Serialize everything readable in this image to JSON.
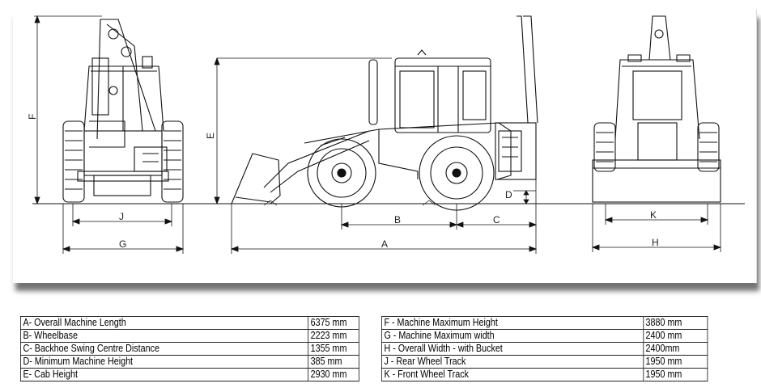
{
  "dimension_letters": {
    "a": "A",
    "b": "B",
    "c": "C",
    "d": "D",
    "e": "E",
    "f": "F",
    "g": "G",
    "h": "H",
    "j": "J",
    "k": "K"
  },
  "spec_table_left": [
    {
      "label": "A- Overall Machine Length",
      "value": "6375 mm"
    },
    {
      "label": "B- Wheelbase",
      "value": "2223 mm"
    },
    {
      "label": "C- Backhoe Swing Centre Distance",
      "value": "1355 mm"
    },
    {
      "label": "D- Minimum Machine Height",
      "value": "385 mm"
    },
    {
      "label": "E- Cab Height",
      "value": "2930 mm"
    }
  ],
  "spec_table_right": [
    {
      "label": "F - Machine Maximum Height",
      "value": "3880 mm"
    },
    {
      "label": "G - Machine Maximum width",
      "value": "2400 mm"
    },
    {
      "label": "H - Overall Width - with Bucket",
      "value": "2400mm"
    },
    {
      "label": "J - Rear Wheel Track",
      "value": "1950 mm"
    },
    {
      "label": "K - Front Wheel Track",
      "value": "1950 mm"
    }
  ]
}
